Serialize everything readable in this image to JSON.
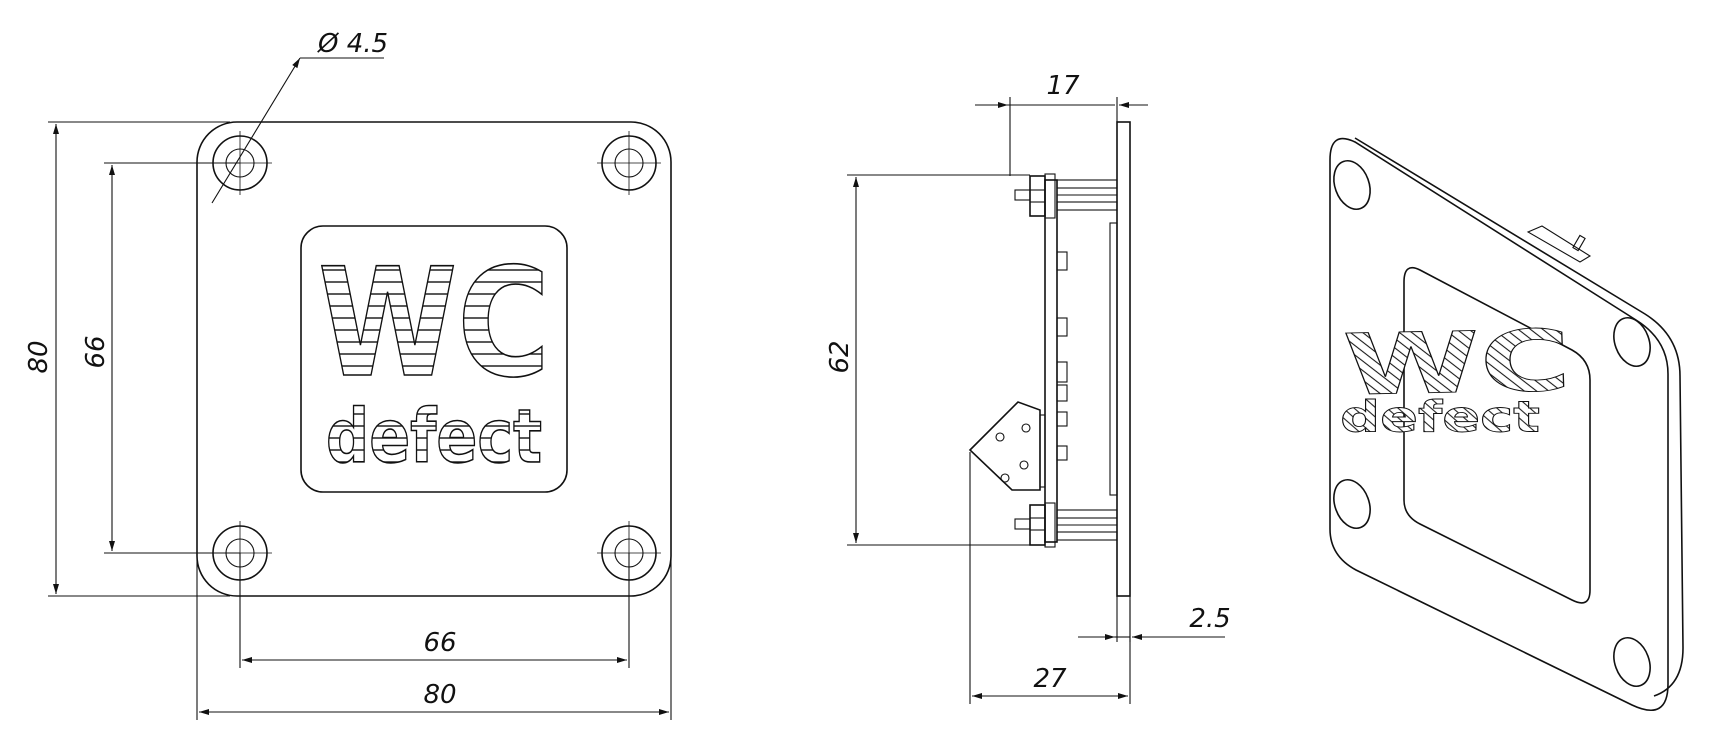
{
  "sign": {
    "big_text": "WC",
    "small_text": "defect"
  },
  "front_view": {
    "hole_label": "Ø 4.5",
    "dims": {
      "height_outer": "80",
      "height_holes": "66",
      "width_holes": "66",
      "width_outer": "80"
    }
  },
  "side_view": {
    "dims": {
      "standoff": "17",
      "hole_spacing": "62",
      "plate_thickness": "2.5",
      "total_depth": "27"
    }
  },
  "iso_view": {
    "big_text": "WC",
    "small_text": "defect"
  }
}
